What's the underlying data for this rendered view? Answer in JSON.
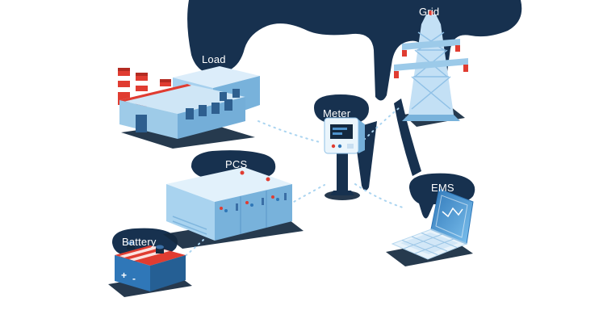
{
  "diagram": {
    "type": "energy-storage-system-diagram",
    "background": "#ffffff",
    "nodes": {
      "load": {
        "label": "Load"
      },
      "grid": {
        "label": "Grid"
      },
      "meter": {
        "label": "Meter"
      },
      "pcs": {
        "label": "PCS"
      },
      "ems": {
        "label": "EMS"
      },
      "battery": {
        "label": "Battery"
      }
    },
    "battery_marks": {
      "plus": "+",
      "minus": "-"
    },
    "colors": {
      "navy": "#17314f",
      "shadow_navy": "#14293f",
      "pale_blue": "#e2f1fb",
      "light_blue": "#aad4f0",
      "mid_blue": "#74aed8",
      "deep_blue": "#2f77b8",
      "red": "#e03c31",
      "dashed_line": "#aad4f0",
      "label_text": "#ffffff"
    }
  }
}
